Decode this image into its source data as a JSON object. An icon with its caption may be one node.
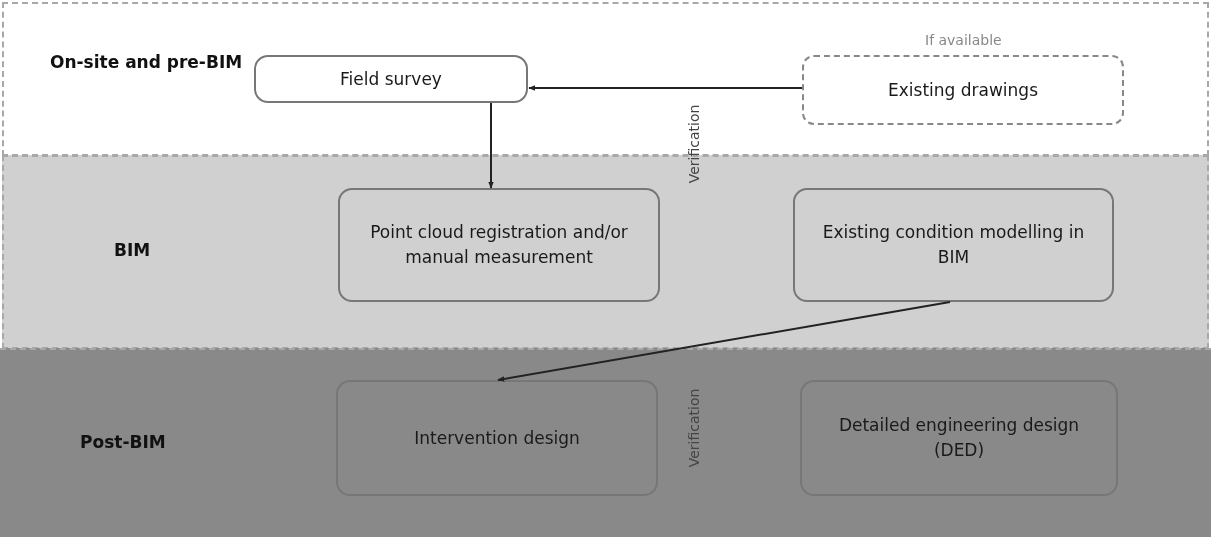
{
  "diagram": {
    "nodes": [
      {
        "text": [
          "On-site and pre-BIM"
        ]
      },
      {
        "text": [
          "Field survey"
        ],
        "in": 0
      },
      {
        "text": [
          "Existing drawings"
        ],
        "in": 0,
        "beside": [
          "If available"
        ]
      },
      {
        "text": [
          "BIM"
        ]
      },
      {
        "text": [
          "Point cloud registration and/or manual measurement"
        ],
        "in": 3
      },
      {
        "text": [
          "Existing condition modelling in BIM"
        ],
        "in": 3
      },
      {
        "text": [
          "Post-BIM"
        ]
      },
      {
        "text": [
          "Intervention design"
        ],
        "in": 6
      },
      {
        "text": [
          "Detailed engineering design (DED)"
        ],
        "in": 6
      }
    ],
    "edges": [
      {
        "from": 2,
        "to": 1,
        "arrow": "to"
      },
      {
        "from": 1,
        "to": 4,
        "arrow": "to"
      },
      {
        "from": 5,
        "to": 7,
        "arrow": "to"
      }
    ],
    "labels": [
      "Verification",
      "Verification"
    ]
  }
}
